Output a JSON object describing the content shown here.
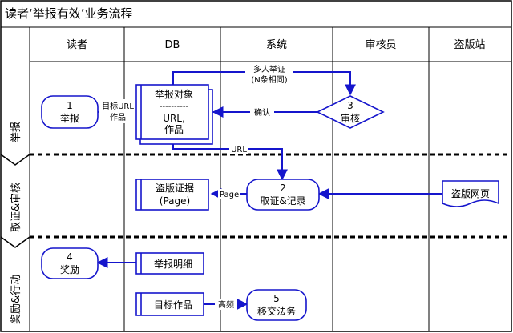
{
  "title": "读者‘举报有效’业务流程",
  "lanes": {
    "columns": [
      "读者",
      "DB",
      "系统",
      "审核员",
      "盗版站"
    ],
    "rows": [
      "举报",
      "取证&审核",
      "奖励&行动"
    ]
  },
  "nodes": {
    "report": {
      "num": "1",
      "label": "举报"
    },
    "report_object": {
      "label": "举报对象",
      "sep": "----------",
      "detail_line1": "URL,",
      "detail_line2": "作品"
    },
    "review": {
      "num": "3",
      "label": "审核"
    },
    "evidence": {
      "line1": "盗版证据",
      "line2": "(Page)"
    },
    "record": {
      "num": "2",
      "label": "取证&记录"
    },
    "pirate_page": {
      "label": "盗版网页"
    },
    "reward": {
      "num": "4",
      "label": "奖励"
    },
    "report_detail": {
      "label": "举报明细"
    },
    "target_work": {
      "label": "目标作品"
    },
    "legal": {
      "num": "5",
      "label": "移交法务"
    }
  },
  "edge_labels": {
    "target_url_line1": "目标URL",
    "target_url_line2": "作品",
    "multi_line1": "多人举证",
    "multi_line2": "(N条相同)",
    "confirm": "确认",
    "url": "URL",
    "page": "Page",
    "high_freq": "高频"
  },
  "colors": {
    "accent": "#1515cc",
    "line": "#000000"
  }
}
